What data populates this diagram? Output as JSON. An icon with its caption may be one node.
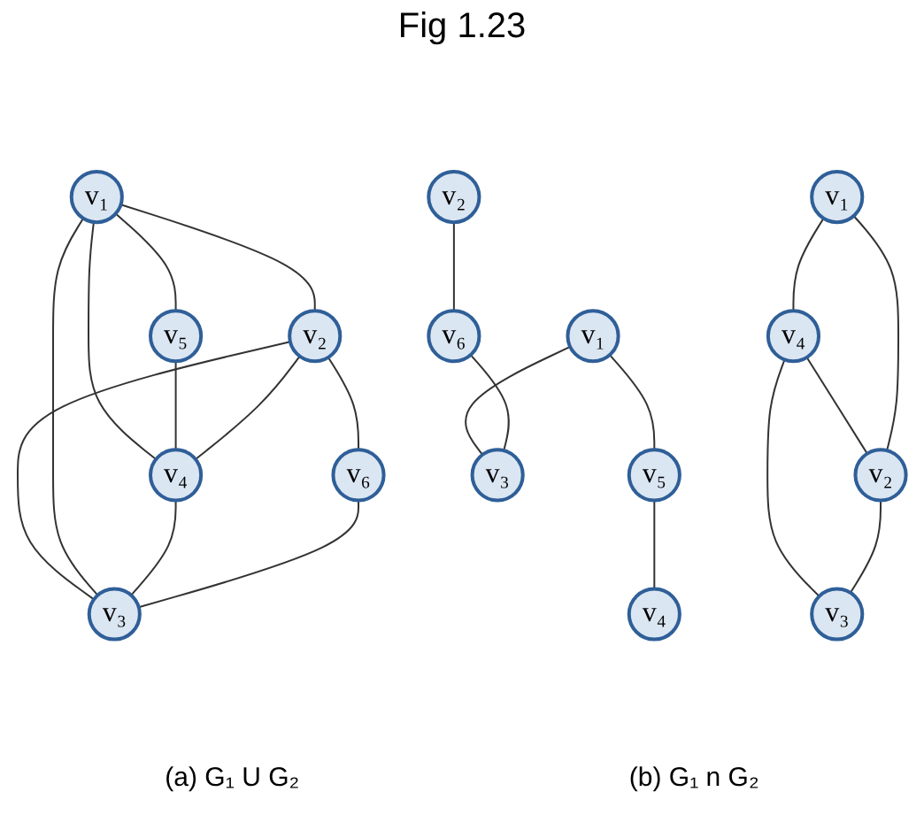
{
  "diagram": {
    "title": "Fig 1.23",
    "nodes": [
      {
        "text": [
          "v₁"
        ]
      },
      {
        "text": [
          "v₂"
        ]
      },
      {
        "text": [
          "v₆"
        ]
      },
      {
        "text": [
          "v₅"
        ]
      },
      {
        "text": [
          "v₄"
        ]
      },
      {
        "text": [
          "v₃"
        ]
      },
      {
        "text": [
          "v₁"
        ]
      },
      {
        "text": [
          "v₂"
        ]
      },
      {
        "text": [
          "v₃"
        ]
      },
      {
        "text": [
          "v₄"
        ]
      },
      {
        "text": [
          "v₁"
        ]
      },
      {
        "text": [
          "v₂"
        ]
      },
      {
        "text": [
          "v₆"
        ]
      },
      {
        "text": [
          "v₅"
        ]
      },
      {
        "text": [
          "v₄"
        ]
      },
      {
        "text": [
          "v₃"
        ]
      }
    ],
    "edges": [
      {
        "from": 0,
        "to": 1,
        "arrow": "none"
      },
      {
        "from": 1,
        "to": 2,
        "arrow": "none"
      },
      {
        "from": 0,
        "to": 3,
        "arrow": "none"
      },
      {
        "from": 1,
        "to": 4,
        "arrow": "none"
      },
      {
        "from": 2,
        "to": 5,
        "arrow": "none"
      },
      {
        "from": 3,
        "to": 4,
        "arrow": "none"
      },
      {
        "from": 4,
        "to": 5,
        "arrow": "none"
      },
      {
        "from": 0,
        "to": 4,
        "arrow": "none"
      },
      {
        "from": 0,
        "to": 5,
        "arrow": "none"
      },
      {
        "from": 1,
        "to": 5,
        "arrow": "none"
      },
      {
        "from": 6,
        "to": 7,
        "arrow": "none"
      },
      {
        "from": 6,
        "to": 9,
        "arrow": "none"
      },
      {
        "from": 7,
        "to": 8,
        "arrow": "none"
      },
      {
        "from": 9,
        "to": 8,
        "arrow": "none"
      },
      {
        "from": 9,
        "to": 7,
        "arrow": "none"
      },
      {
        "from": 11,
        "to": 12,
        "arrow": "none"
      },
      {
        "from": 12,
        "to": 15,
        "arrow": "none"
      },
      {
        "from": 10,
        "to": 15,
        "arrow": "none"
      },
      {
        "from": 10,
        "to": 13,
        "arrow": "none"
      },
      {
        "from": 13,
        "to": 14,
        "arrow": "none"
      }
    ],
    "labels": [
      "(a) G₁ U G₂",
      "(b) G₁ n G₂"
    ]
  }
}
